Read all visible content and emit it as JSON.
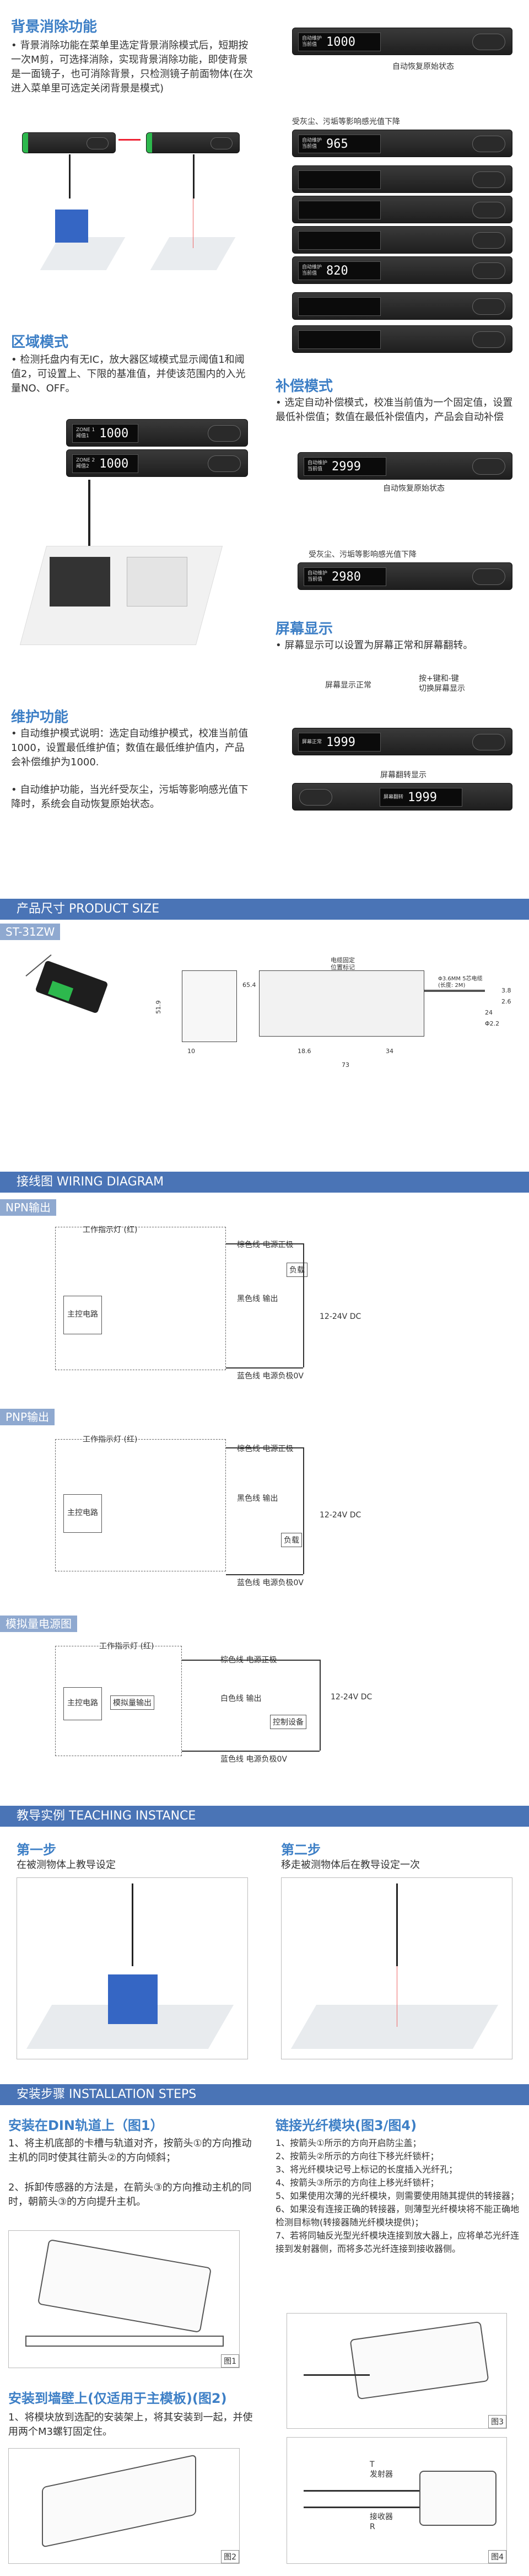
{
  "bg": {
    "title": "背景消除功能",
    "text": "背景消除功能在菜单里选定背景消除模式后，短期按一次M剪，可选择消除，实现背景消除功能，即使背景是一面镜子，也可消除背景，只检测镜子前面物体(在次进入菜单里可选定关闭背景是模式)"
  },
  "area": {
    "title": "区域模式",
    "text": "检测托盘内有无IC，放大器区域模式显示阈值1和阈值2，可设置上、下限的基准值，并使该范围内的入光量NO、OFF。",
    "d1_label": "ZONE 1\n阈值1",
    "d1_value": "1000",
    "d2_label": "ZONE 2\n阈值2",
    "d2_value": "1000"
  },
  "maint": {
    "title": "维护功能",
    "b1": "自动维护模式说明：选定自动维护模式，校准当前值1000，设置最低维护值；数值在最低维护值内，产品会补偿维护为1000.",
    "b2": "自动维护功能，当光纤受灰尘，污垢等影响感光值下降时，系统会自动恢复原始状态。"
  },
  "right_top": {
    "d_label": "自动维护\n当前值",
    "d_value": "1000",
    "caption1": "自动恢复原始状态",
    "caption2": "受灰尘、污垢等影响感光值下降",
    "v_965": "965",
    "v_820": "820",
    "stack_label": "自动维护\n当前值"
  },
  "comp": {
    "title": "补偿模式",
    "text": "选定自动补偿模式，校准当前值为一个固定值，设置最低补偿值；数值在最低补偿值内，产品会自动补偿",
    "d1_label": "自动维护\n当前值",
    "d1_value": "2999",
    "caption1": "自动恢复原始状态",
    "caption2": "受灰尘、污垢等影响感光值下降",
    "d2_label": "自动维护\n当前值",
    "d2_value": "2980"
  },
  "screen": {
    "title": "屏幕显示",
    "text": "屏幕显示可以设置为屏幕正常和屏幕翻转。",
    "cap_normal": "屏幕显示正常",
    "cap_switch": "按+键和-键\n切换屏幕显示",
    "d1_label": "屏幕正常",
    "d1_value": "1999",
    "cap_flip": "屏幕翻转显示",
    "d2_label": "屏幕翻转",
    "d2_value": "1999"
  },
  "size": {
    "bar": "产品尺寸  PRODUCT SIZE",
    "model": "ST-31ZW",
    "dims": [
      "51.9",
      "10",
      "65.4",
      "34",
      "73",
      "18.6",
      "24",
      "Φ2.2",
      "3.8",
      "2.6"
    ],
    "note1": "电缆固定\n位置标记",
    "note2": "Φ3.6MM 5芯电缆\n(长度: 2M)"
  },
  "wiring": {
    "bar": "接线图  WIRING DIAGRAM",
    "npn": "NPN输出",
    "pnp": "PNP输出",
    "analog": "模拟量电源图",
    "indicator": "工作指示灯 (红)",
    "main": "主控电路",
    "brown": "棕色线  电源正极",
    "black": "黑色线  输出",
    "blue": "蓝色线  电源负极0V",
    "load": "负载",
    "volt": "12-24V DC",
    "a_brown": "棕色线    电源正极",
    "a_white": "白色线    输出",
    "a_blue": "蓝色线    电源负极0V",
    "a_ctrl": "控制设备",
    "a_analog": "模拟量输出"
  },
  "teach": {
    "bar": "教导实例  TEACHING INSTANCE",
    "s1_title": "第一步",
    "s1_text": "在被测物体上教导设定",
    "s2_title": "第二步",
    "s2_text": "移走被测物体后在教导设定一次"
  },
  "install": {
    "bar": "安装步骤  INSTALLATION STEPS",
    "din_title": "安装在DIN轨道上（图1）",
    "din_1": "1、将主机底部的卡槽与轨道对齐，按箭头①的方向推动主机的同时使其往箭头②的方向倾斜；",
    "din_2": "2、拆卸传感器的方法是，在箭头③的方向推动主机的同时，朝箭头③的方向提升主机。",
    "fig1": "图1",
    "wall_title": "安装到墙壁上(仅适用于主模板)(图2)",
    "wall_1": "1、将模块放到选配的安装架上，将其安装到一起，并使用两个M3螺钉固定住。",
    "fig2": "图2",
    "fiber_title": "链接光纤模块(图3/图4)",
    "f1": "1、按箭头①所示的方向开启防尘盖；",
    "f2": "2、按箭头②所示的方向往下移光纤锁杆；",
    "f3": "3、将光纤模块记号上标记的长度插入光纤孔；",
    "f4": "4、按箭头③所示的方向往上移光纤锁杆；",
    "f5": "5、如果使用次薄的光纤模块，则需要使用随其提供的转接器；",
    "f6": "6、如果没有连接正确的转接器，则薄型光纤模块将不能正确地检测目标物(转接器随光纤模块提供)；",
    "f7": "7、若将同轴反光型光纤模块连接到放大器上，应将单芯光纤连接到发射器侧，而将多芯光纤连接到接收器侧。",
    "fig3": "图3",
    "fig4": "图4",
    "tx": "T\n发射器",
    "rx": "接收器\nR"
  },
  "colors": {
    "accent": "#3d7fc6",
    "bar": "#4a74b6",
    "sub": "#8fa9d0",
    "green": "#2db84d"
  }
}
